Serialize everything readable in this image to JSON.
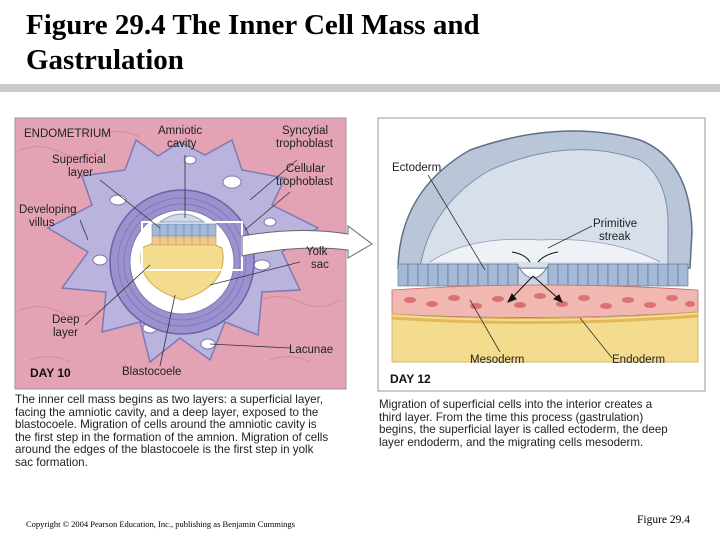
{
  "slide": {
    "title": "Figure 29.4  The Inner Cell Mass and Gastrulation"
  },
  "left_panel": {
    "labels": {
      "endometrium": "ENDOMETRIUM",
      "amniotic_cavity_1": "Amniotic",
      "amniotic_cavity_2": "cavity",
      "syncytial_1": "Syncytial",
      "syncytial_2": "trophoblast",
      "superficial_1": "Superficial",
      "superficial_2": "layer",
      "cellular_1": "Cellular",
      "cellular_2": "trophoblast",
      "developing_1": "Developing",
      "developing_2": "villus",
      "yolk_1": "Yolk",
      "yolk_2": "sac",
      "deep_1": "Deep",
      "deep_2": "layer",
      "lacunae": "Lacunae",
      "blastocoele": "Blastocoele",
      "day": "DAY 10"
    },
    "caption": [
      "The inner cell mass begins as two layers: a superficial layer,",
      "facing the amniotic cavity, and a deep layer, exposed to the",
      "blastocoele. Migration of cells around the amniotic cavity is",
      "the first step in the formation of the amnion. Migration of cells",
      "around the edges of the blastocoele is the first step in yolk",
      "sac formation."
    ]
  },
  "right_panel": {
    "labels": {
      "ectoderm": "Ectoderm",
      "primitive_1": "Primitive",
      "primitive_2": "streak",
      "mesoderm": "Mesoderm",
      "endoderm": "Endoderm",
      "day": "DAY 12"
    },
    "caption": [
      "Migration of superficial cells into the interior creates a",
      "third layer. From the time this process (gastrulation)",
      "begins, the superficial layer is called ectoderm, the deep",
      "layer endoderm, and the migrating cells mesoderm."
    ]
  },
  "footer": {
    "copyright": "Copyright © 2004 Pearson Education, Inc., publishing as Benjamin Cummings",
    "figure_ref": "Figure 29.4"
  },
  "colors": {
    "endometrium_pink": "#e3a3b5",
    "trophoblast_purple": "#a9a3d3",
    "yolk_yellow": "#f4dc8e",
    "ectoderm_blue": "#a3b9d6",
    "mesoderm_red": "#d8656a"
  }
}
